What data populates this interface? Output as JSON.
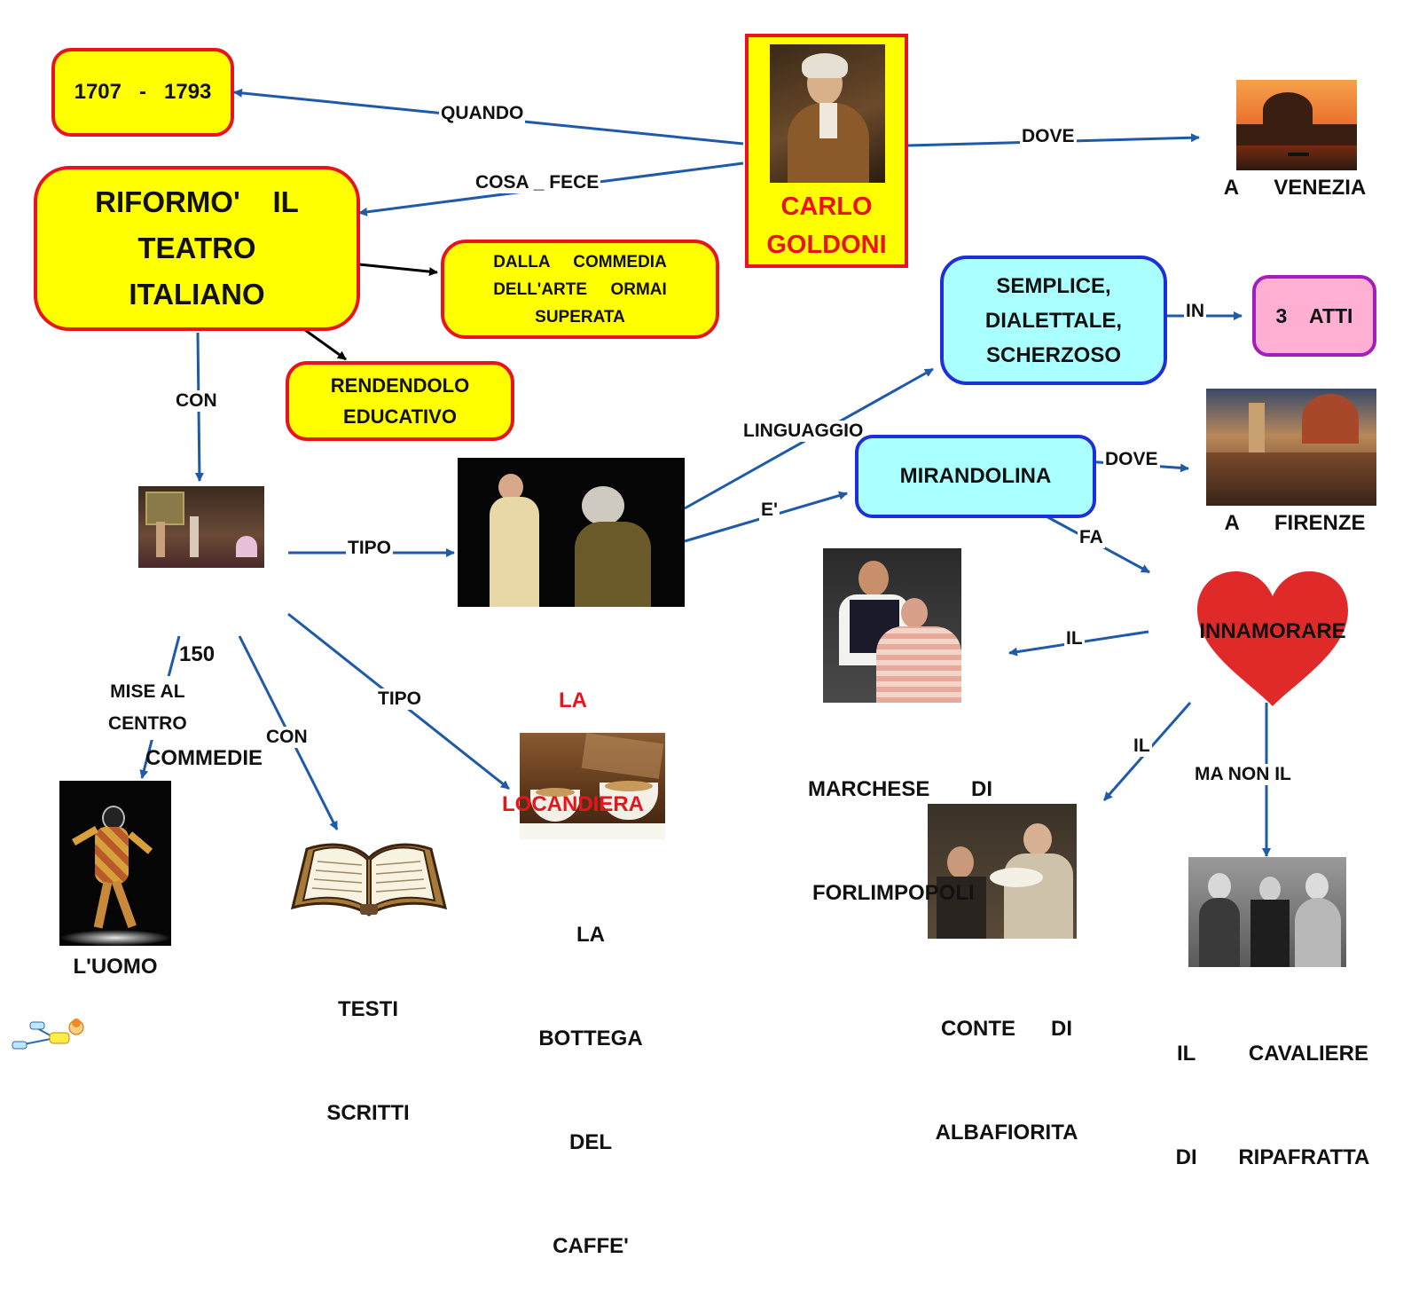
{
  "nodes": {
    "dates": "1707   -   1793",
    "reform": [
      "RIFORMO'    IL",
      "TEATRO",
      "ITALIANO"
    ],
    "commedia": [
      "DALLA     COMMEDIA",
      "DELL'ARTE     ORMAI",
      "SUPERATA"
    ],
    "educativo": [
      "RENDENDOLO",
      "EDUCATIVO"
    ],
    "author": [
      "CARLO",
      "GOLDONI"
    ],
    "language": [
      "SEMPLICE,",
      "DIALETTALE,",
      "SCHERZOSO"
    ],
    "acts": "3    ATTI",
    "mirandolina": "MIRANDOLINA",
    "heart": "INNAMORARE"
  },
  "captions": {
    "venezia": "A      VENEZIA",
    "firenze": "A      FIRENZE",
    "commedie": [
      "150",
      "COMMEDIE"
    ],
    "locandiera": [
      "LA",
      "LOCANDIERA"
    ],
    "uomo": "L'UOMO",
    "testi": [
      "TESTI",
      "SCRITTI"
    ],
    "bottega": [
      "LA",
      "BOTTEGA",
      "DEL",
      "CAFFE'"
    ],
    "marchese": [
      "MARCHESE       DI",
      "FORLIMPOPOLI"
    ],
    "conte": [
      "CONTE      DI",
      "ALBAFIORITA"
    ],
    "cavaliere": [
      "IL         CAVALIERE",
      "DI       RIPAFRATTA"
    ]
  },
  "links": {
    "quando": "QUANDO",
    "cosa_fece": "COSA  _  FECE",
    "dove_venezia": "DOVE",
    "con_commedie": "CON",
    "tipo_locandiera": "TIPO",
    "linguaggio": "LINGUAGGIO",
    "e": "E'",
    "in": "IN",
    "dove_firenze": "DOVE",
    "fa": "FA",
    "il_marchese": "IL",
    "il_conte": "IL",
    "ma_non_il": "MA       NON    IL",
    "mise_al_centro": [
      "MISE    AL",
      "CENTRO"
    ],
    "con_testi": "CON",
    "tipo_bottega": "TIPO"
  },
  "colors": {
    "node_yellow": "#ffff00",
    "node_red_border": "#e8141c",
    "node_cyan": "#aaffff",
    "node_blue_border": "#1c2fd8",
    "node_pink": "#ffb0d2",
    "title_red": "#e8141c",
    "arrow_blue": "#1e5aa8",
    "heart_red": "#e02a2a"
  },
  "icons": {
    "portrait": "goldoni-portrait-image",
    "venice": "venice-skyline-image",
    "florence": "florence-skyline-image",
    "stage": "theatre-stage-image",
    "locandiera": "actors-scene-image",
    "harlequin": "harlequin-dancer-image",
    "book": "open-book-icon",
    "coffee": "coffee-cups-image",
    "marchese": "marchese-scene-image",
    "conte": "conte-scene-image",
    "cavaliere": "cavaliere-scene-image",
    "heart": "heart-icon",
    "logo": "mappe-logo"
  }
}
